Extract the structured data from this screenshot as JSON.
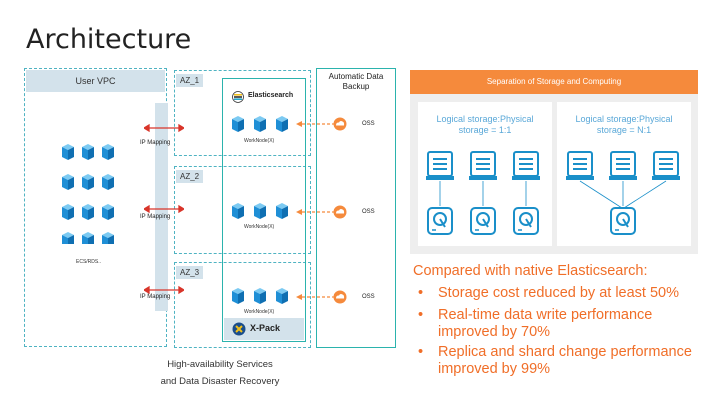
{
  "title": "Architecture",
  "diagram": {
    "user_vpc": "User VPC",
    "ecs_label": "ECS/RDS..",
    "ip_mapping": [
      "IP Mapping",
      "IP Mapping",
      "IP Mapping"
    ],
    "az_labels": [
      "AZ_1",
      "AZ_2",
      "AZ_3"
    ],
    "elasticsearch": "Elasticsearch",
    "worknode_labels": [
      "WorkNode(X)",
      "WorkNode(X)",
      "WorkNode(X)"
    ],
    "xpack": "X-Pack",
    "backup_title_line1": "Automatic Data",
    "backup_title_line2": "Backup",
    "oss_labels": [
      "OSS",
      "OSS",
      "OSS"
    ],
    "caption_line1": "High-availability Services",
    "caption_line2": "and Data Disaster Recovery"
  },
  "storage_panel": {
    "header": "Separation of Storage and Computing",
    "left_label_line1": "Logical storage:Physical",
    "left_label_line2": "storage = 1:1",
    "right_label_line1": "Logical storage:Physical",
    "right_label_line2": "storage = N:1"
  },
  "comparison": {
    "heading": "Compared with native Elasticsearch:",
    "items": [
      {
        "line1": "Storage cost reduced by at least 50%",
        "line2": ""
      },
      {
        "line1": "Real-time data write performance",
        "line2": "improved by 70%"
      },
      {
        "line1": "Replica and shard change performance",
        "line2": "improved by 99%"
      }
    ],
    "bullet": "•"
  },
  "colors": {
    "teal": "#2bb3ad",
    "cube_blue": "#1f8fd6",
    "orange": "#f58a3c",
    "red_arrow": "#d9352a",
    "text_orange": "#f06e28"
  }
}
